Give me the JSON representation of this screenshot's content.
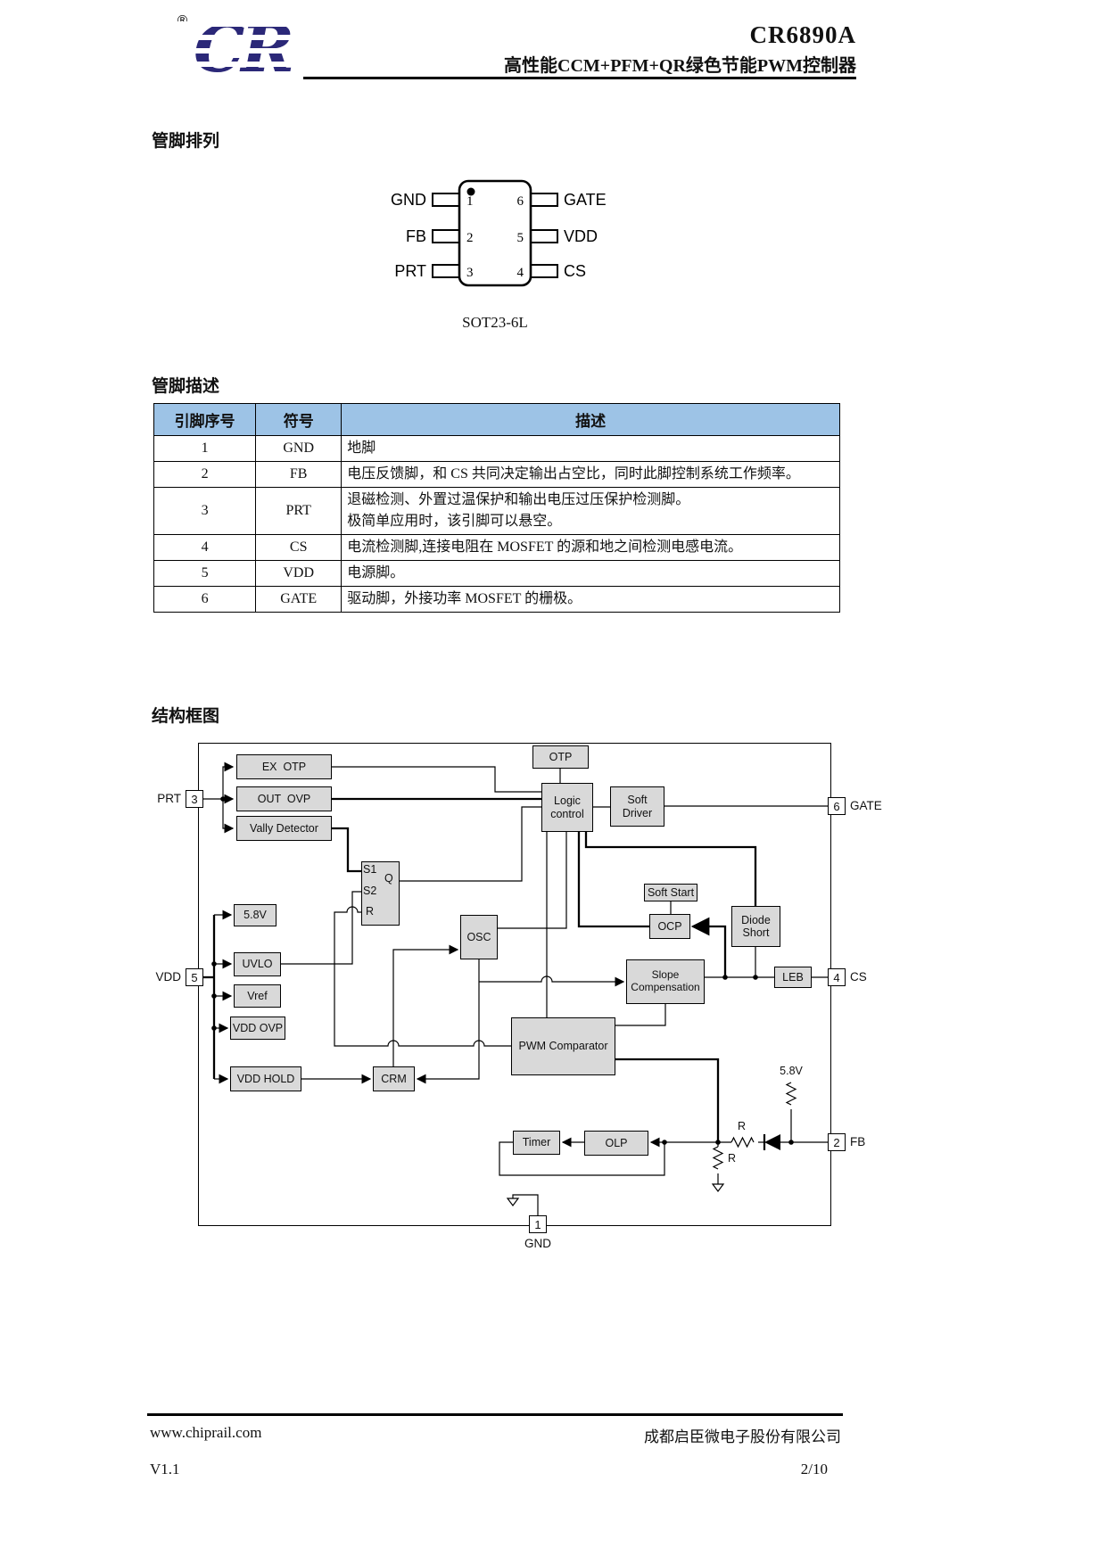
{
  "header": {
    "registered_mark": "®",
    "logo_text": "CR",
    "part_number": "CR6890A",
    "subtitle": "高性能CCM+PFM+QR绿色节能PWM控制器"
  },
  "pinout": {
    "section_title": "管脚排列",
    "package_label": "SOT23-6L",
    "pins_left": [
      {
        "num": "1",
        "name": "GND"
      },
      {
        "num": "2",
        "name": "FB"
      },
      {
        "num": "3",
        "name": "PRT"
      }
    ],
    "pins_right": [
      {
        "num": "6",
        "name": "GATE"
      },
      {
        "num": "5",
        "name": "VDD"
      },
      {
        "num": "4",
        "name": "CS"
      }
    ]
  },
  "pin_table": {
    "section_title": "管脚描述",
    "headers": [
      "引脚序号",
      "符号",
      "描述"
    ],
    "rows": [
      {
        "num": "1",
        "symbol": "GND",
        "desc": "地脚"
      },
      {
        "num": "2",
        "symbol": "FB",
        "desc": "电压反馈脚，和 CS 共同决定输出占空比，同时此脚控制系统工作频率。"
      },
      {
        "num": "3",
        "symbol": "PRT",
        "desc": "退磁检测、外置过温保护和输出电压过压保护检测脚。\n极简单应用时，该引脚可以悬空。"
      },
      {
        "num": "4",
        "symbol": "CS",
        "desc": "电流检测脚,连接电阻在 MOSFET 的源和地之间检测电感电流。"
      },
      {
        "num": "5",
        "symbol": "VDD",
        "desc": "电源脚。"
      },
      {
        "num": "6",
        "symbol": "GATE",
        "desc": "驱动脚，外接功率 MOSFET 的栅极。"
      }
    ]
  },
  "diagram": {
    "section_title": "结构框图",
    "blocks": {
      "ex_otp": "EX  OTP",
      "out_ovp": "OUT  OVP",
      "vally_detector": "Vally Detector",
      "otp": "OTP",
      "logic_control": "Logic control",
      "soft_driver": "Soft Driver",
      "soft_start": "Soft Start",
      "ocp": "OCP",
      "diode_short": "Diode Short",
      "slope_comp": "Slope Compensation",
      "leb": "LEB",
      "osc": "OSC",
      "v58": "5.8V",
      "uvlo": "UVLO",
      "vref": "Vref",
      "vdd_ovp": "VDD OVP",
      "vdd_hold": "VDD HOLD",
      "crm": "CRM",
      "pwm_comp": "PWM Comparator",
      "timer": "Timer",
      "olp": "OLP"
    },
    "flipflop": {
      "s1": "S1",
      "s2": "S2",
      "q": "Q",
      "r": "R"
    },
    "pins": {
      "prt": {
        "num": "3",
        "name": "PRT"
      },
      "vdd": {
        "num": "5",
        "name": "VDD"
      },
      "gate": {
        "num": "6",
        "name": "GATE"
      },
      "cs": {
        "num": "4",
        "name": "CS"
      },
      "fb": {
        "num": "2",
        "name": "FB"
      },
      "gnd": {
        "num": "1",
        "name": "GND"
      }
    },
    "labels": {
      "supply": "5.8V",
      "r_series": "R",
      "r_shunt": "R"
    }
  },
  "footer": {
    "website": "www.chiprail.com",
    "company": "成都启臣微电子股份有限公司",
    "version": "V1.1",
    "page": "2/10"
  },
  "colors": {
    "logo_blue": "#2B2878",
    "table_header_bg": "#9DC3E6",
    "block_fill": "#D9D9D9"
  }
}
